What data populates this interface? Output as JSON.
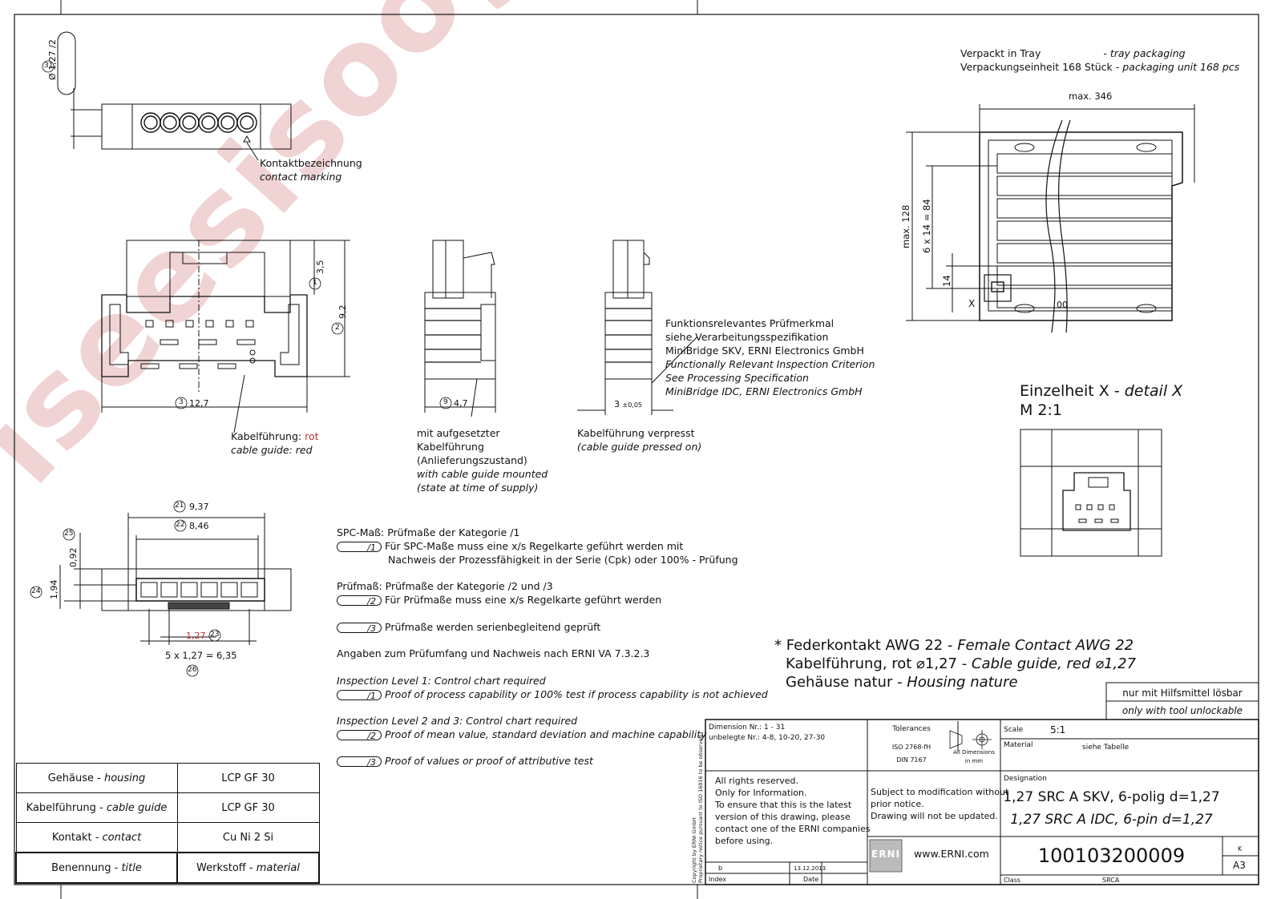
{
  "contact_view": {
    "bubble_31": "31",
    "dia_label": "Ø 1,27 /2",
    "marking_de": "Kontaktbezeichnung",
    "marking_en": "contact marking"
  },
  "front_view": {
    "bubble_1": "1",
    "dim_35": "3,5",
    "bubble_2": "2",
    "dim_92": "9,2",
    "bubble_3": "3",
    "dim_127": "12,7",
    "guide_de_a": "Kabelführung: ",
    "guide_de_b": "rot",
    "guide_en_a": "cable guide: ",
    "guide_en_b": "red"
  },
  "side_view": {
    "bubble_9": "9",
    "dim_47": "4,7",
    "l1": "mit aufgesetzter",
    "l2": "Kabelführung",
    "l3": "(Anlieferungszustand)",
    "l4": "with cable guide mounted",
    "l5": "(state at time of supply)"
  },
  "pressed_view": {
    "dim_3": "3",
    "tol": "±0,05",
    "l1": "Kabelführung verpresst",
    "l2": "(cable guide pressed on)"
  },
  "functional": {
    "l1": "Funktionsrelevantes Prüfmerkmal",
    "l2": "siehe Verarbeitungsspezifikation",
    "l3": "MiniBridge SKV, ERNI Electronics GmbH",
    "l4": "Functionally Relevant Inspection Criterion",
    "l5": "See Processing Specification",
    "l6": "MiniBridge IDC, ERNI Electronics GmbH"
  },
  "top_view": {
    "bubble_21": "21",
    "dim_937": "9,37",
    "bubble_22": "22",
    "dim_846": "8,46",
    "bubble_25": "25",
    "dim_092": "0,92",
    "bubble_24": "24",
    "dim_194": "1,94",
    "dim_127": "1,27",
    "bubble_23": "23",
    "dim_pitch": "5 x 1,27 = 6,35",
    "bubble_26": "26"
  },
  "tray": {
    "l1a": "Verpackt in Tray",
    "l1b": "- ",
    "l1c": "tray packaging",
    "l2a": "Verpackungseinheit 168 Stück - ",
    "l2b": "packaging unit 168 pcs",
    "max346": "max. 346",
    "max128": "max. 128",
    "rows": "6 x 14 = 84",
    "d14": "14",
    "x": "X",
    "oo": "00"
  },
  "detail": {
    "title_a": "Einzelheit X - ",
    "title_b": "detail  X",
    "scale": "M 2:1"
  },
  "spc": {
    "h1": "SPC-Maß:  Prüfmaße der Kategorie /1",
    "p1": "/1",
    "t1a": "Für SPC-Maße muss eine x/s Regelkarte geführt werden mit",
    "t1b": "Nachweis der Prozessfähigkeit in der Serie (Cpk) oder 100% - Prüfung",
    "h2": "Prüfmaß: Prüfmaße der Kategorie /2 und /3",
    "p2": "/2",
    "t2": "Für Prüfmaße muss eine x/s Regelkarte geführt werden",
    "p3": "/3",
    "t3": "Prüfmaße werden serienbegleitend geprüft",
    "ref": "Angaben zum Prüfumfang und Nachweis nach ERNI VA 7.3.2.3",
    "il1": "Inspection Level 1:  Control chart required",
    "p4": "/1",
    "il1t": "Proof of process capability or 100% test if process capability is not achieved",
    "il2": "Inspection Level 2 and 3: Control chart required",
    "p5": "/2",
    "il2t": "Proof of mean value, standard deviation and machine capability",
    "p6": "/3",
    "il3t": "Proof of values or proof of attributive test"
  },
  "notes": {
    "n1a": "* Federkontakt AWG 22 - ",
    "n1b": "Female Contact AWG 22",
    "n2a": "Kabelführung, rot ⌀1,27 - ",
    "n2b": "Cable guide, red ⌀1,27",
    "n3a": "Gehäuse natur - ",
    "n3b": "Housing nature"
  },
  "unlock": {
    "de": "nur mit Hilfsmittel lösbar",
    "en": "only with tool unlockable"
  },
  "materials": {
    "rows": [
      {
        "a": "Gehäuse - ",
        "b": "housing",
        "v": "LCP GF 30"
      },
      {
        "a": "Kabelführung - ",
        "b": "cable guide",
        "v": "LCP GF 30"
      },
      {
        "a": "Kontakt - ",
        "b": "contact",
        "v": "Cu Ni 2 Si"
      }
    ],
    "head_a": "Benennung - ",
    "head_b": "title",
    "head_c": "Werkstoff - ",
    "head_d": "material"
  },
  "titleblock": {
    "dim_nr": "Dimension Nr.: 1 - 31",
    "unbelegt": "unbelegte Nr.: 4-8, 10-20, 27-30",
    "tol_h": "Tolerances",
    "tol_1": "ISO 2768-fH",
    "tol_2": "DIN 7167",
    "all_dim": "All Dimensions",
    "in_mm": "in mm",
    "scale_l": "Scale",
    "scale_v": "5:1",
    "mat_l": "Material",
    "mat_v": "siehe Tabelle",
    "r1": "All rights reserved.",
    "r2": "Only for Information.",
    "r3": "To ensure that this is the latest",
    "r4": "version of this drawing, please",
    "r5": "contact one of the ERNI companies",
    "r6": "before using.",
    "s1": "Subject to modification without",
    "s2": "prior notice.",
    "s3": "Drawing will not be updated.",
    "desig_l": "Designation",
    "desig_1": "1,27 SRC A SKV, 6-polig d=1,27",
    "desig_2": "1,27 SRC A IDC, 6-pin d=1,27",
    "logo": "ERNI",
    "web": "www.ERNI.com",
    "part": "100103200009",
    "rev_k": "K",
    "fmt": "A3",
    "idx_b": "b",
    "date_v": "13.12.2013",
    "idx_l": "Index",
    "date_l": "Date",
    "class_l": "Class",
    "class_v": "SRCA",
    "copy1": "Copyright by ERNI GmbH",
    "copy2": "Proprietary notice pursuant to ISO 16016 to be observed"
  },
  "watermark": "iseesisoog.com"
}
